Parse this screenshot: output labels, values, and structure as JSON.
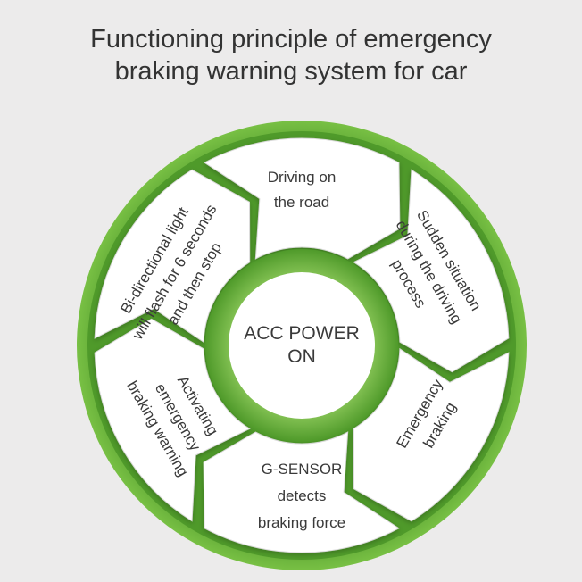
{
  "title": {
    "line1": "Functioning principle of emergency",
    "line2": "braking warning system for car"
  },
  "hub": {
    "line1": "ACC POWER",
    "line2": "ON"
  },
  "steps": [
    {
      "lines": [
        "Driving on",
        "the road"
      ]
    },
    {
      "lines": [
        "Sudden situation",
        "during the driving",
        "process"
      ]
    },
    {
      "lines": [
        "Emergency",
        "braking"
      ]
    },
    {
      "lines": [
        "G-SENSOR",
        "detects",
        "braking force"
      ]
    },
    {
      "lines": [
        "Activating",
        "emergency",
        "braking warning"
      ]
    },
    {
      "lines": [
        "Bi-directional light",
        "will flash for 6 seconds",
        "and then stop"
      ]
    }
  ],
  "colors": {
    "ring": "#6ab23e",
    "ring_dark": "#4e8f2a",
    "segment": "#ffffff",
    "background": "#ecebeb",
    "text": "#3a3a3a"
  }
}
